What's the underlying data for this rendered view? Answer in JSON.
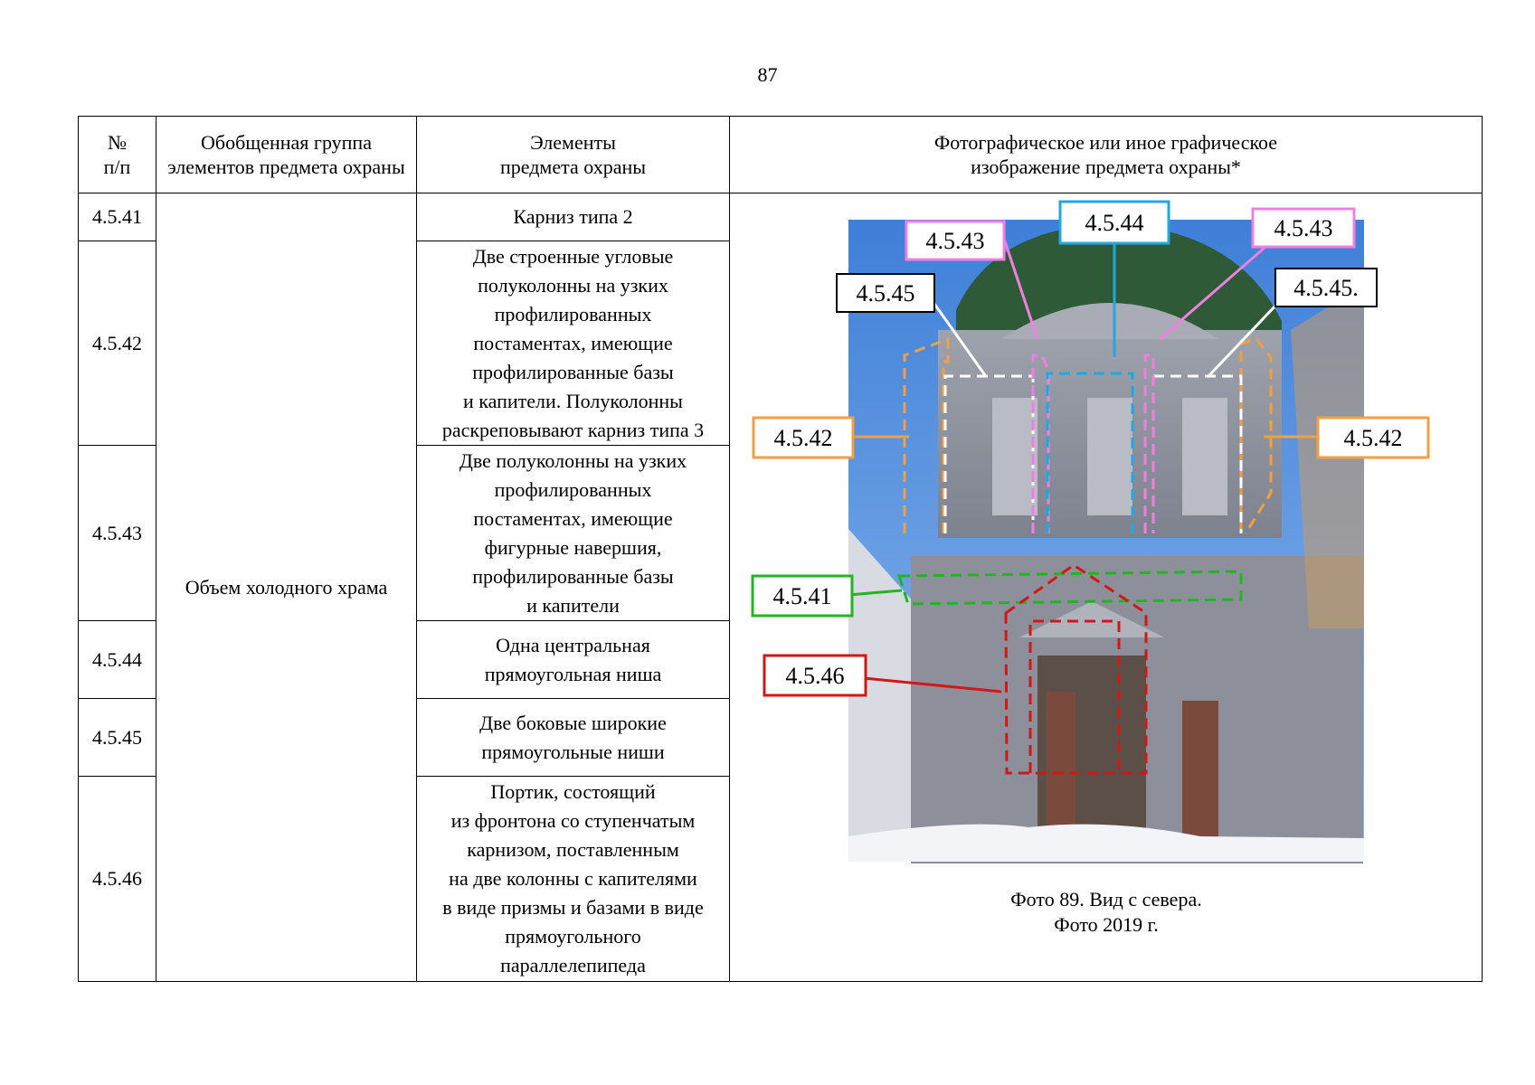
{
  "page_number": "87",
  "header": {
    "num": "№\nп/п",
    "group": "Обобщенная группа элементов предмета охраны",
    "elements": "Элементы\nпредмета охраны",
    "photo": "Фотографическое или иное графическое\nизображение предмета охраны*"
  },
  "group_name": "Объем холодного храма",
  "rows": [
    {
      "num": "4.5.41",
      "element": "Карниз типа 2"
    },
    {
      "num": "4.5.42",
      "element": "Две строенные угловые\nполуколонны на узких\nпрофилированных\nпостаментах, имеющие\nпрофилированные базы\nи капители. Полуколонны\nраскреповывают карниз типа 3"
    },
    {
      "num": "4.5.43",
      "element": "Две полуколонны на узких\nпрофилированных\nпостаментах, имеющие\nфигурные навершия,\nпрофилированные базы\nи капители"
    },
    {
      "num": "4.5.44",
      "element": "Одна центральная\nпрямоугольная ниша"
    },
    {
      "num": "4.5.45",
      "element": "Две боковые широкие\nпрямоугольные ниши"
    },
    {
      "num": "4.5.46",
      "element": "Портик, состоящий\nиз фронтона со ступенчатым\nкарнизом, поставленным\nна две колонны с капителями\nв виде призмы и базами в виде\nпрямоугольного\nпараллелепипеда"
    }
  ],
  "callouts": {
    "c4543_left": "4.5.43",
    "c4544": "4.5.44",
    "c4543_right": "4.5.43",
    "c4545_left": "4.5.45",
    "c4545_right": "4.5.45.",
    "c4542_left": "4.5.42",
    "c4542_right": "4.5.42",
    "c4541": "4.5.41",
    "c4546": "4.5.46"
  },
  "colors": {
    "c4541": "#22b522",
    "c4542": "#f0a040",
    "c4543": "#f080e0",
    "c4544": "#20a8e0",
    "c4545": "#000000",
    "c4546": "#d01818"
  },
  "caption": {
    "line1": "Фото 89. Вид с севера.",
    "line2": "Фото 2019 г."
  }
}
